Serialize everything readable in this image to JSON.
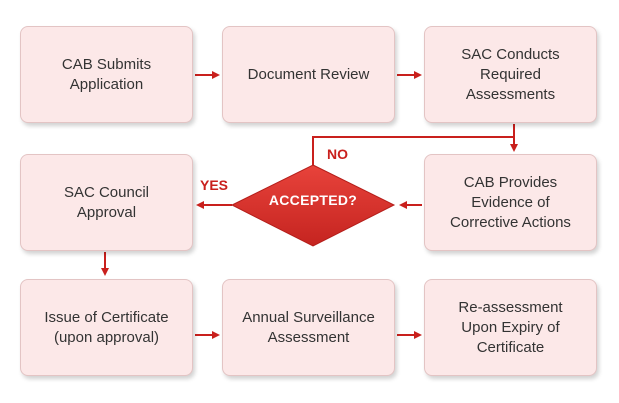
{
  "colors": {
    "box_fill": "#fce8e8",
    "arrow": "#c9201d",
    "decision_fill": "#d6322c",
    "label": "#c9201d"
  },
  "steps": {
    "cab_submits": "CAB Submits\nApplication",
    "document_review": "Document Review",
    "sac_assessments": "SAC Conducts\nRequired\nAssessments",
    "sac_council": "SAC Council\nApproval",
    "cab_corrective": "CAB Provides\nEvidence of\nCorrective Actions",
    "issue_certificate": "Issue of Certificate\n(upon approval)",
    "annual_surveillance": "Annual Surveillance\nAssessment",
    "reassessment": "Re-assessment\nUpon Expiry of\nCertificate"
  },
  "decision": {
    "label": "ACCEPTED?",
    "no_label": "NO",
    "yes_label": "YES"
  }
}
